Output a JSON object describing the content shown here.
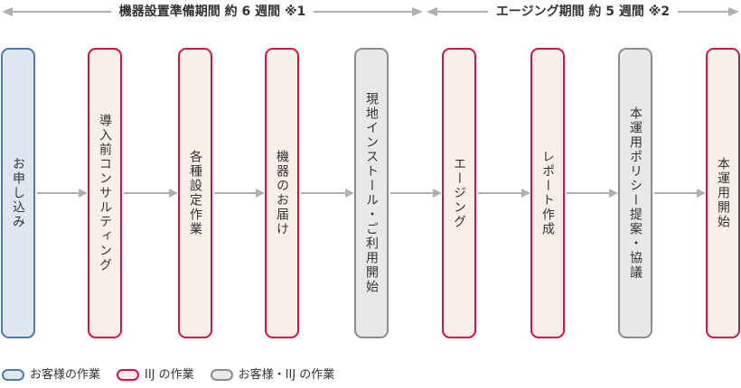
{
  "timeline": {
    "phases": [
      {
        "id": "setup",
        "label": "機器設置準備期間 約 6 週間 ※1"
      },
      {
        "id": "aging",
        "label": "エージング期間 約 5 週間 ※2"
      }
    ]
  },
  "flow": {
    "steps": [
      {
        "label": "お申し込み",
        "type": "customer"
      },
      {
        "label": "導入前コンサルティング",
        "type": "iij"
      },
      {
        "label": "各種設定作業",
        "type": "iij"
      },
      {
        "label": "機器のお届け",
        "type": "iij"
      },
      {
        "label": "現地インストール・ご利用開始",
        "type": "both"
      },
      {
        "label": "エージング",
        "type": "iij"
      },
      {
        "label": "レポート作成",
        "type": "iij"
      },
      {
        "label": "本運用ポリシー提案・協議",
        "type": "both"
      },
      {
        "label": "本運用開始",
        "type": "iij"
      }
    ]
  },
  "legend": {
    "items": [
      {
        "label": "お客様の作業",
        "type": "customer"
      },
      {
        "label": "IIJ の作業",
        "type": "iij"
      },
      {
        "label": "お客様・IIJ の作業",
        "type": "both"
      }
    ]
  },
  "colors": {
    "customer_border": "#4d7aa8",
    "customer_fill": "#dee7f0",
    "iij_border": "#d0114a",
    "iij_fill": "#f9efe9",
    "both_border": "#8c8c8c",
    "both_fill": "#e8e8e8",
    "arrow": "#b0b0b0",
    "text": "#333333"
  }
}
